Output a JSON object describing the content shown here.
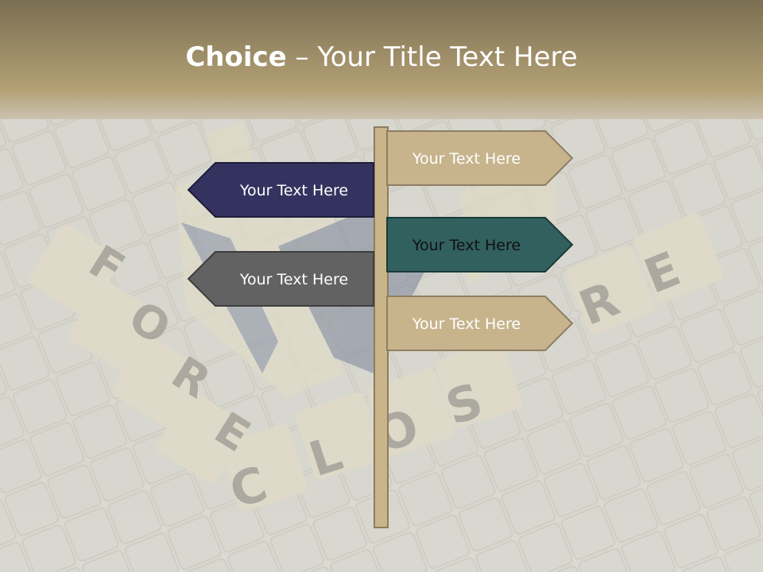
{
  "slide": {
    "title_bold": "Choice",
    "title_rest": " – Your Title Text Here"
  },
  "background": {
    "tiles_left": [
      "F",
      "O",
      "R",
      "E"
    ],
    "tiles_bottom": [
      "C",
      "L",
      "O",
      "S"
    ],
    "tiles_right": [
      "R",
      "E"
    ]
  },
  "signs": [
    {
      "label": "Your Text Here",
      "direction": "right",
      "color": "#c7b48c"
    },
    {
      "label": "Your Text Here",
      "direction": "left",
      "color": "#34325f"
    },
    {
      "label": "Your Text Here",
      "direction": "right",
      "color": "#31605f"
    },
    {
      "label": "Your Text Here",
      "direction": "left",
      "color": "#626262"
    },
    {
      "label": "Your Text Here",
      "direction": "right",
      "color": "#c7b48c"
    }
  ],
  "colors": {
    "header_top": "#7b6f52",
    "header_bottom": "#b7a377",
    "post": "#c9b589"
  }
}
